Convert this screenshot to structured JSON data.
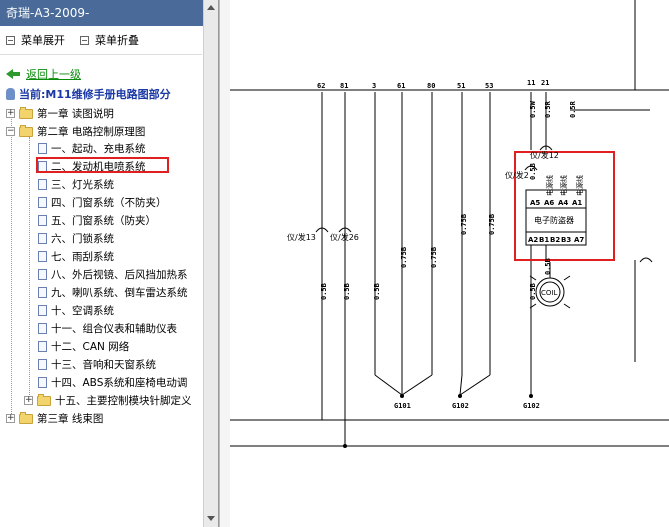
{
  "window": {
    "title": "奇瑞-A3-2009-"
  },
  "toolbar": {
    "expand_label": "菜单展开",
    "collapse_label": "菜单折叠"
  },
  "nav": {
    "back_label": "返回上一级",
    "current_label": "当前:M11维修手册电路图部分"
  },
  "tree": {
    "chapter1": "第一章 读图说明",
    "chapter2": "第二章 电路控制原理图",
    "items": [
      "一、起动、充电系统",
      "二、发动机电喷系统",
      "三、灯光系统",
      "四、门窗系统（不防夹）",
      "五、门窗系统（防夹）",
      "六、门锁系统",
      "七、雨刮系统",
      "八、外后视镜、后风挡加热系",
      "九、喇叭系统、倒车雷达系统",
      "十、空调系统",
      "十一、组合仪表和辅助仪表",
      "十二、CAN 网络",
      "十三、音响和天窗系统",
      "十四、ABS系统和座椅电动调",
      "十五、主要控制模块针脚定义"
    ],
    "chapter3": "第三章 线束图"
  },
  "diagram": {
    "top_pins": [
      "62",
      "81",
      "3",
      "61",
      "80",
      "51",
      "53",
      "11",
      "21"
    ],
    "wire_codes": [
      "0.5W",
      "0.5R",
      "0.5R",
      "0.5B",
      "0.5B",
      "0.75B",
      "0.75B",
      "0.75B",
      "0.75B",
      "0.5B",
      "0.5B",
      "0.5B",
      "0.5B"
    ],
    "conn_labels": [
      "仪/发13",
      "仪/发26",
      "仪/发2",
      "仪/发12"
    ],
    "module": {
      "name": "电子防盗器",
      "top_pins": [
        "A5",
        "A6",
        "A4",
        "A1"
      ],
      "bottom_pins": [
        "A2",
        "B1",
        "B2",
        "B3",
        "A7"
      ],
      "side_labels": [
        "电源线",
        "电源线",
        "电源线"
      ]
    },
    "coil_label": "COIL",
    "grounds": [
      "G101",
      "G102",
      "G102"
    ],
    "highlight_color": "#e02020"
  }
}
